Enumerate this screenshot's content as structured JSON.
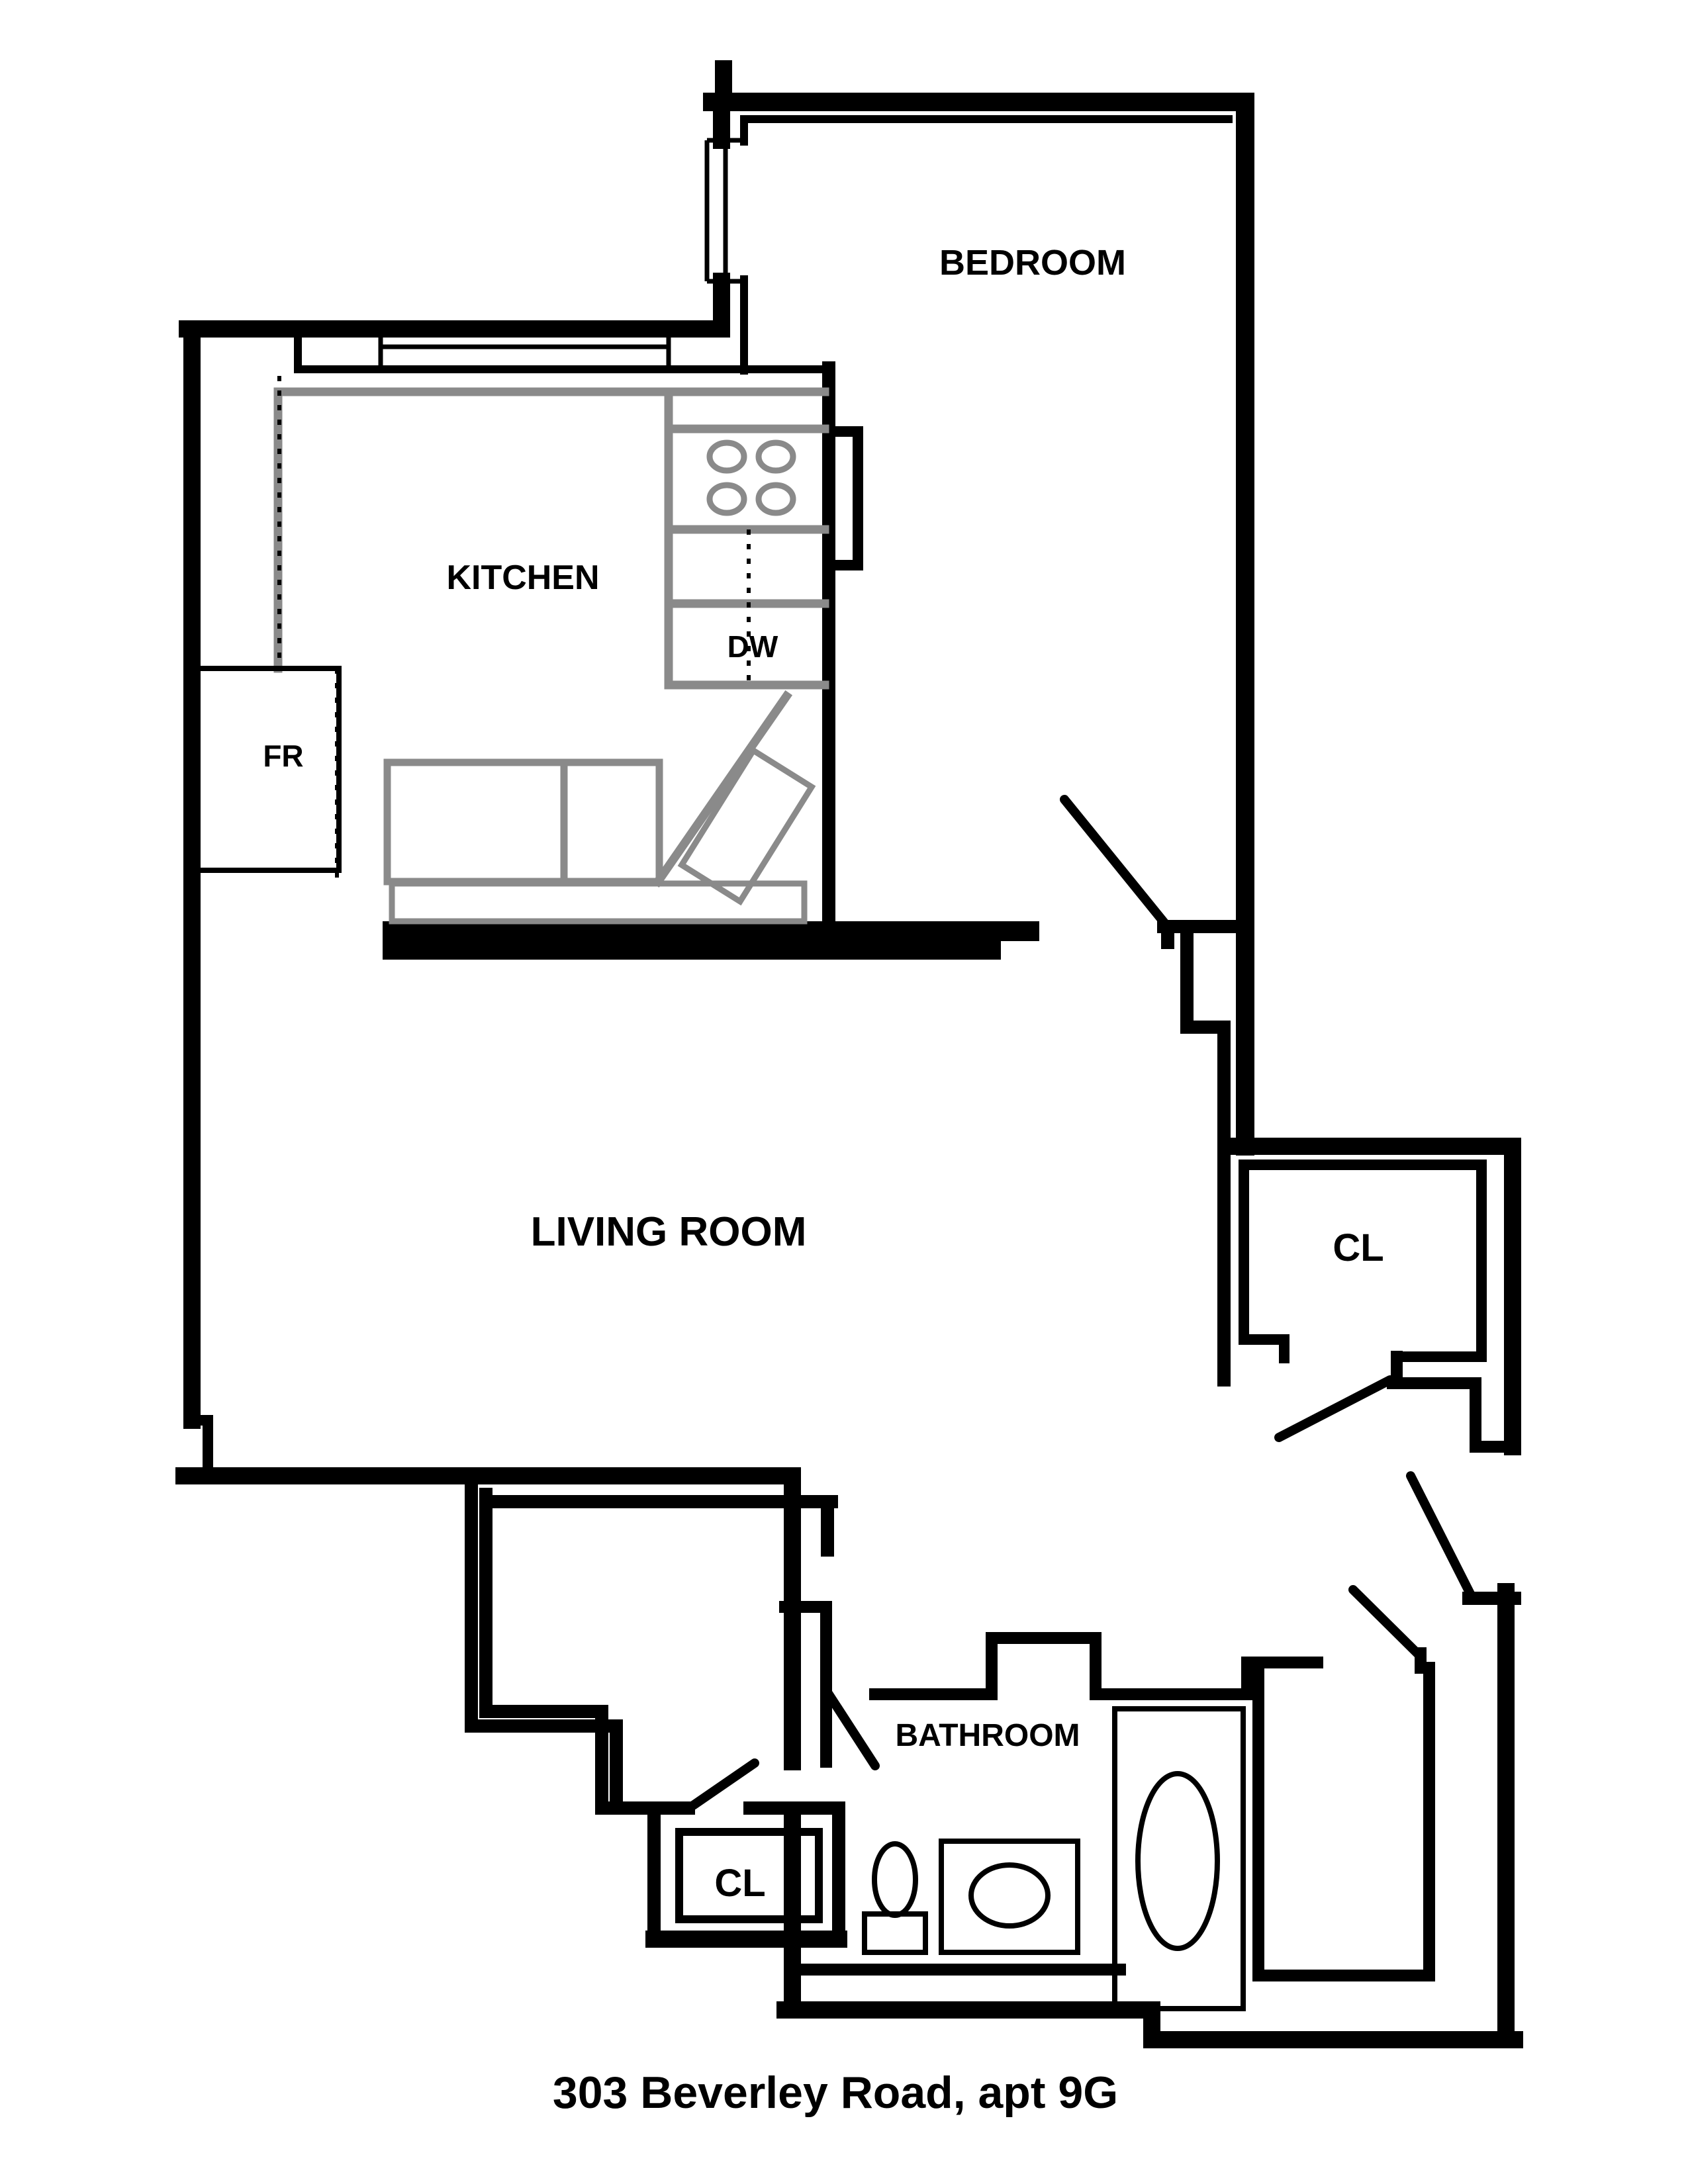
{
  "document": {
    "type": "apartment-floor-plan",
    "title": "303 Beverley Road, apt 9G",
    "background_color": "#ffffff",
    "wall_color": "#000000",
    "counter_color": "#8a8a8a"
  },
  "rooms": {
    "bedroom": {
      "label": "BEDROOM"
    },
    "kitchen": {
      "label": "KITCHEN"
    },
    "living_room": {
      "label": "LIVING ROOM"
    },
    "bathroom": {
      "label": "BATHROOM"
    },
    "closet_right": {
      "label": "CL"
    },
    "closet_bottom": {
      "label": "CL"
    }
  },
  "appliances": {
    "fridge": {
      "label": "FR"
    },
    "dishwasher": {
      "label": "DW"
    },
    "stove": {
      "burners": 4
    }
  },
  "fixtures": [
    "toilet",
    "sink",
    "bathtub"
  ],
  "doors": [
    "bedroom-door",
    "closet-right-door",
    "hall-door",
    "bottom-right-room-door",
    "bathroom-door",
    "closet-bottom-door"
  ],
  "windows": [
    "bedroom-window",
    "kitchen-window"
  ]
}
